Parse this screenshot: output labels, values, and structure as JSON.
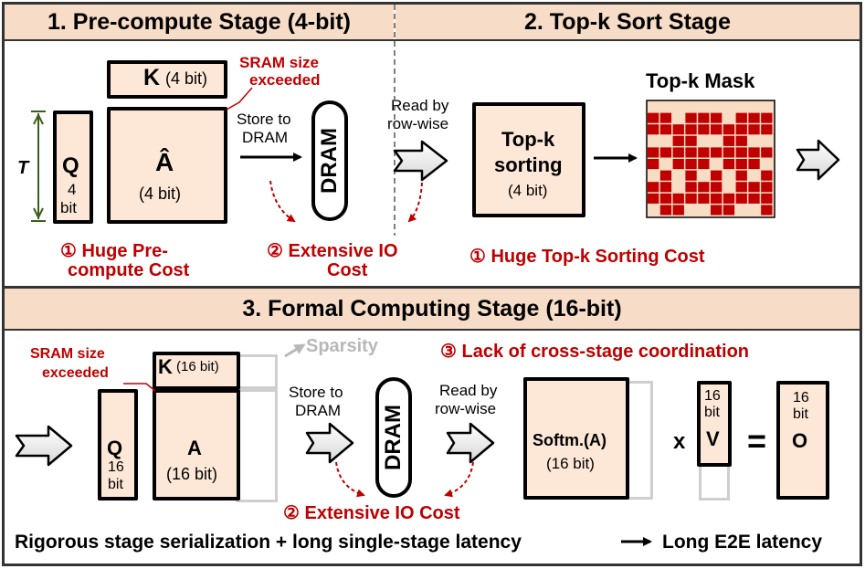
{
  "stage1": {
    "title": "1. Pre-compute Stage (4-bit)",
    "k_label": "K",
    "k_bits": "(4 bit)",
    "sram_note_1": "SRAM size",
    "sram_note_2": "exceeded",
    "t_label": "T",
    "q_label": "Q",
    "q_bits_1": "4",
    "q_bits_2": "bit",
    "a_label": "Â",
    "a_bits": "(4 bit)",
    "store_1": "Store to",
    "store_2": "DRAM",
    "dram": "DRAM",
    "cost1_1": "① Huge Pre-",
    "cost1_2": "compute Cost",
    "cost2_1": "② Extensive IO",
    "cost2_2": "Cost"
  },
  "stage2": {
    "title": "2. Top-k Sort Stage",
    "read_1": "Read by",
    "read_2": "row-wise",
    "sort_1": "Top-k",
    "sort_2": "sorting",
    "sort_bits": "(4 bit)",
    "mask_title": "Top-k Mask",
    "cost": "① Huge Top-k Sorting Cost",
    "mask_colors": {
      "on": "#c00000",
      "off": "#f8dcc4"
    }
  },
  "stage3": {
    "title": "3. Formal Computing Stage (16-bit)",
    "sram_note_1": "SRAM size",
    "sram_note_2": "exceeded",
    "k_label": "K",
    "k_bits": "(16 bit)",
    "sparsity": "Sparsity",
    "coord": "③ Lack of cross-stage coordination",
    "q_label": "Q",
    "q_bits_1": "16",
    "q_bits_2": "bit",
    "a_label": "A",
    "a_bits": "(16 bit)",
    "store_1": "Store to",
    "store_2": "DRAM",
    "dram": "DRAM",
    "read_1": "Read by",
    "read_2": "row-wise",
    "softmax": "Softm.(A)",
    "softmax_bits": "(16 bit)",
    "times": "x",
    "v_bits_1": "16",
    "v_bits_2": "bit",
    "v_label": "V",
    "equals": "=",
    "o_bits_1": "16",
    "o_bits_2": "bit",
    "o_label": "O",
    "io_cost": "② Extensive IO Cost"
  },
  "footer": {
    "left": "Rigorous stage serialization + long single-stage latency",
    "right": "Long E2E latency"
  },
  "colors": {
    "header_bg": "#f7dcc7",
    "box_fill": "#fde8d8",
    "accent_red": "#c00000",
    "faded": "#cfcfcf"
  }
}
